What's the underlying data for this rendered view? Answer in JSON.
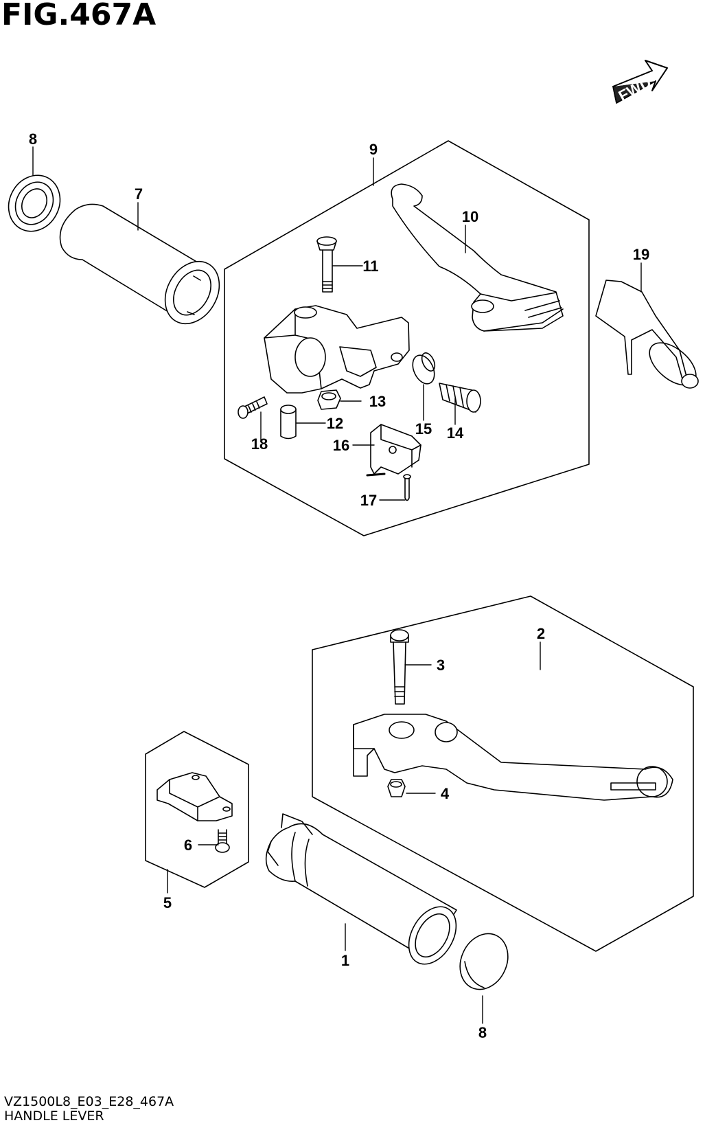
{
  "figure": {
    "title": "FIG.467A",
    "fwd_label": "FWD",
    "code": "VZ1500L8_E03_E28_467A",
    "name": "HANDLE LEVER"
  },
  "callouts": {
    "c1": "1",
    "c2": "2",
    "c3": "3",
    "c4": "4",
    "c5": "5",
    "c6": "6",
    "c7": "7",
    "c8a": "8",
    "c8b": "8",
    "c9": "9",
    "c10": "10",
    "c11": "11",
    "c12": "12",
    "c13": "13",
    "c14": "14",
    "c15": "15",
    "c16": "16",
    "c17": "17",
    "c18": "18",
    "c19": "19"
  }
}
